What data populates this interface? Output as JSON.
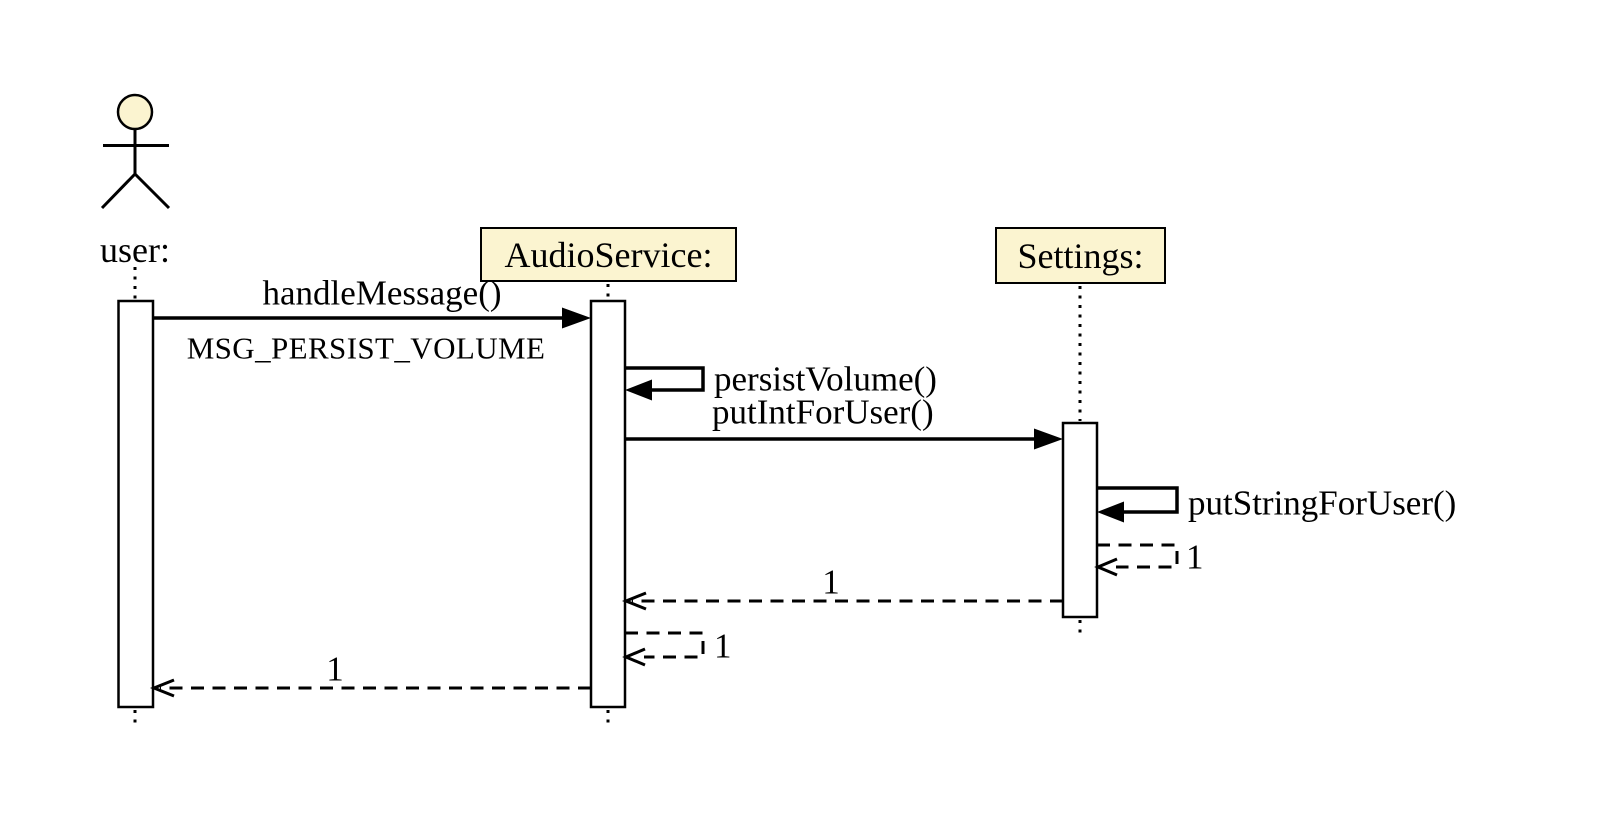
{
  "diagram": {
    "type": "uml-sequence-diagram",
    "colors": {
      "background": "#FFFFFF",
      "object_fill": "#FBF4D0",
      "line": "#000000"
    },
    "participants": [
      {
        "label": "user:",
        "kind": "actor"
      },
      {
        "label": "AudioService:",
        "kind": "object"
      },
      {
        "label": "Settings:",
        "kind": "object"
      }
    ],
    "messages": [
      {
        "label": "handleMessage()",
        "sublabel": "MSG_PERSIST_VOLUME",
        "from": "user",
        "to": "AudioService",
        "kind": "call"
      },
      {
        "label": "persistVolume()",
        "from": "AudioService",
        "to": "AudioService",
        "kind": "self-call"
      },
      {
        "label": "putIntForUser()",
        "from": "AudioService",
        "to": "Settings",
        "kind": "call"
      },
      {
        "label": "putStringForUser()",
        "from": "Settings",
        "to": "Settings",
        "kind": "self-call"
      },
      {
        "label": "1",
        "from": "Settings",
        "to": "Settings",
        "kind": "self-return"
      },
      {
        "label": "1",
        "from": "Settings",
        "to": "AudioService",
        "kind": "return"
      },
      {
        "label": "1",
        "from": "AudioService",
        "to": "AudioService",
        "kind": "self-return"
      },
      {
        "label": "1",
        "from": "AudioService",
        "to": "user",
        "kind": "return"
      }
    ]
  }
}
